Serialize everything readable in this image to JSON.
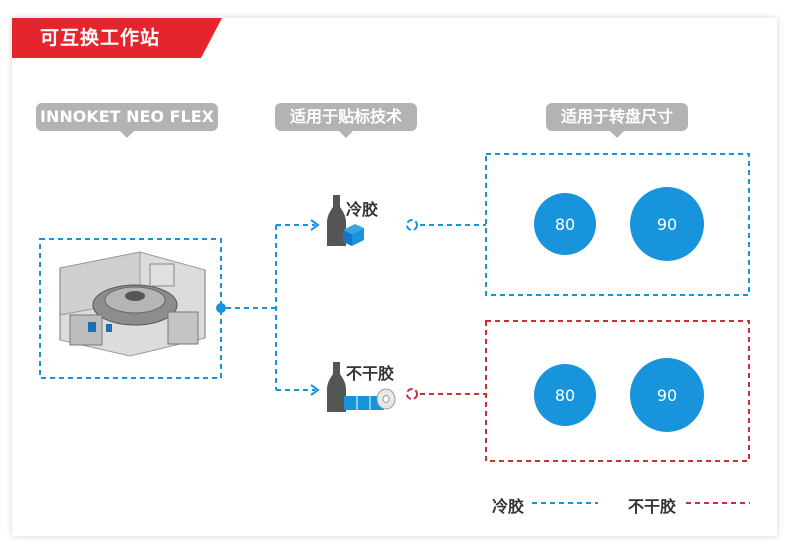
{
  "header": {
    "title": "可互换工作站"
  },
  "columns": {
    "machine": "INNOKET NEO FLEX",
    "technique": "适用于贴标技术",
    "turntable": "适用于转盘尺寸"
  },
  "branches": [
    {
      "label": "冷胶",
      "sizes": [
        "80",
        "90"
      ]
    },
    {
      "label": "不干胶",
      "sizes": [
        "80",
        "90"
      ]
    }
  ],
  "legend": [
    {
      "label": "冷胶"
    },
    {
      "label": "不干胶"
    }
  ],
  "colors": {
    "accent_red": "#e5252d",
    "cold_glue": "#1894dc",
    "self_adhesive": "#c9303a",
    "tag_gray": "#b3b3b3"
  }
}
